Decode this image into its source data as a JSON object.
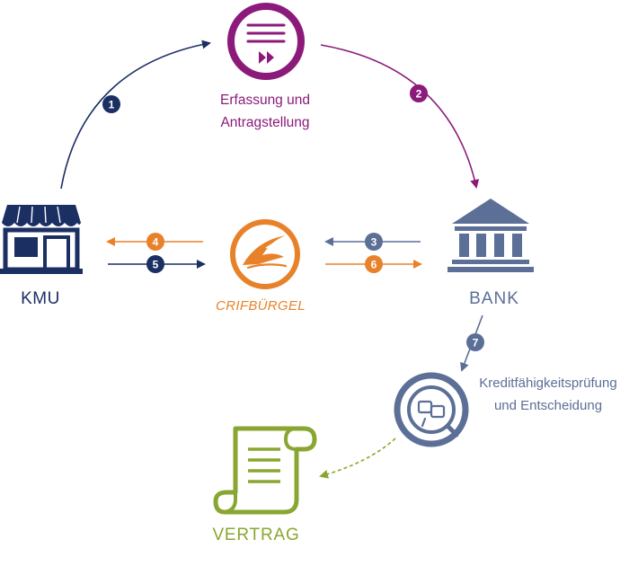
{
  "colors": {
    "navy": "#1b2f63",
    "purple": "#8b1a7a",
    "orange": "#e8822a",
    "slate": "#5c6f97",
    "green": "#8aa632"
  },
  "nodes": {
    "kmu": {
      "label": "KMU",
      "icon": "shop-icon"
    },
    "erfassung": {
      "label_line1": "Erfassung und",
      "label_line2": "Antragstellung",
      "icon": "list-fast-forward-icon"
    },
    "crif": {
      "label": "CRIFBÜRGEL",
      "icon": "crifbuergel-logo"
    },
    "bank": {
      "label": "BANK",
      "icon": "bank-building-icon"
    },
    "pruefung": {
      "label_line1": "Kreditfähigkeitsprüfung",
      "label_line2": "und Entscheidung",
      "icon": "magnifier-handshake-icon"
    },
    "vertrag": {
      "label": "VERTRAG",
      "icon": "scroll-document-icon"
    }
  },
  "steps": [
    "1",
    "2",
    "3",
    "4",
    "5",
    "6",
    "7"
  ]
}
